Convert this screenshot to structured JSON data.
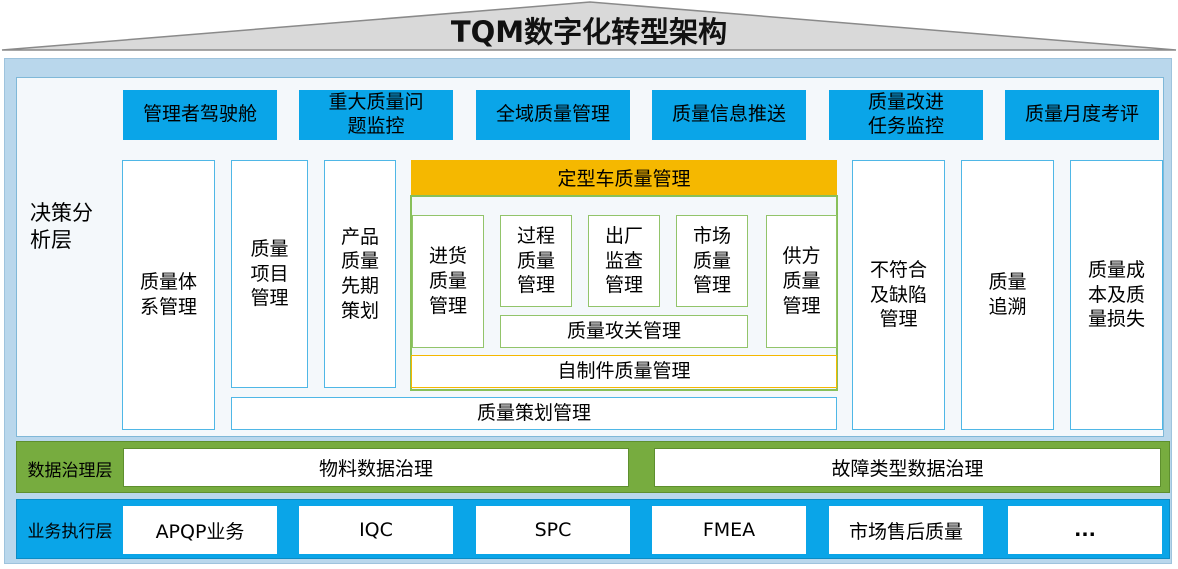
{
  "title": "TQM数字化转型架构",
  "colors": {
    "accent_blue": "#0aa5e8",
    "accent_orange": "#f5b800",
    "accent_green": "#77ac3f",
    "roof_gray": "#d9d9d9"
  },
  "decision_layer": {
    "label": "决策分析层",
    "top_modules": [
      "管理者驾驶舱",
      "重大质量问题监控",
      "全域质量管理",
      "质量信息推送",
      "质量改进任务监控",
      "质量月度考评"
    ],
    "quality_system": "质量体系管理",
    "quality_project": "质量项目管理",
    "product_planning": "产品质量先期策划",
    "vehicle_quality": {
      "header": "定型车质量管理",
      "incoming": "进货质量管理",
      "process": "过程质量管理",
      "outgoing": "出厂监查管理",
      "market": "市场质量管理",
      "supplier": "供方质量管理",
      "tackling": "质量攻关管理",
      "self_made": "自制件质量管理"
    },
    "quality_planning": "质量策划管理",
    "nonconformance": "不符合及缺陷管理",
    "traceability": "质量追溯",
    "cost_loss": "质量成本及质量损失"
  },
  "data_layer": {
    "label": "数据治理层",
    "items": [
      "物料数据治理",
      "故障类型数据治理"
    ]
  },
  "exec_layer": {
    "label": "业务执行层",
    "items": [
      "APQP业务",
      "IQC",
      "SPC",
      "FMEA",
      "市场售后质量",
      "..."
    ]
  }
}
